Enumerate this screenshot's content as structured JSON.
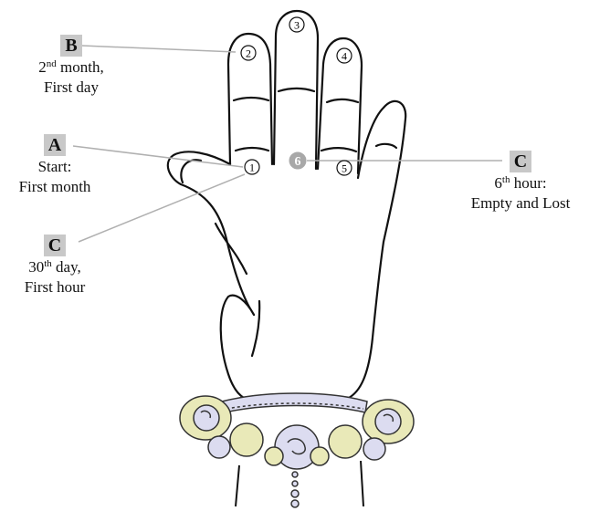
{
  "callouts": {
    "b_top": {
      "letter": "B",
      "l1_num": "2",
      "l1_sup": "nd",
      "l1_rest": " month,",
      "l2": "First day"
    },
    "a_left": {
      "letter": "A",
      "l1": "Start:",
      "l2": "First month"
    },
    "c_left": {
      "letter": "C",
      "l1_num": "30",
      "l1_sup": "th",
      "l1_rest": " day,",
      "l2": "First hour"
    },
    "c_right": {
      "letter": "C",
      "l1_num": "6",
      "l1_sup": "th",
      "l1_rest": " hour:",
      "l2": "Empty and Lost"
    }
  },
  "markers": [
    "1",
    "2",
    "3",
    "4",
    "5",
    "6"
  ],
  "colors": {
    "badge": "#c8c8c8",
    "leader_line": "#b0b0b0",
    "marker_6": "#a8a8a8",
    "bracelet_rose": "#e9e9b8",
    "bracelet_lavender": "#dcdcf0"
  }
}
